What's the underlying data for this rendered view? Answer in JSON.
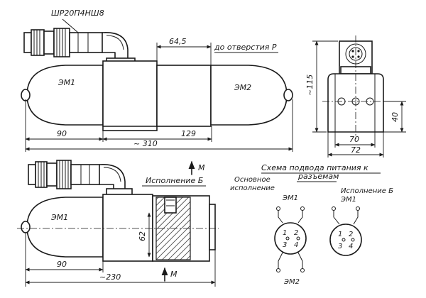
{
  "labels": {
    "connector": "ШР20П4НШ8",
    "to_port": "до отверстия Р",
    "em1_top": "ЭМ1",
    "em2_top": "ЭМ2",
    "variant_b_title": "Исполнение Б",
    "em1_bottom": "ЭМ1",
    "wiring_title_1": "Схема подвода питания к",
    "wiring_title_2": "разъемам",
    "basic_1": "Основное",
    "basic_2": "исполнение",
    "variant_b_right": "Исполнение Б",
    "w_em1_left": "ЭМ1",
    "w_em2_left": "ЭМ2",
    "w_em1_right": "ЭМ1",
    "m_top": "М",
    "m_bottom": "М"
  },
  "dimensions": {
    "d64_5": "64,5",
    "d90_top": "90",
    "d129": "129",
    "d310": "~ 310",
    "d115": "~115",
    "d40": "40",
    "d70": "70",
    "d72": "72",
    "d62": "62",
    "d90_bottom": "90",
    "d230": "~230"
  },
  "pins_left": [
    "1",
    "2",
    "3",
    "4"
  ],
  "pins_right": [
    "1",
    "2",
    "3",
    "4"
  ]
}
